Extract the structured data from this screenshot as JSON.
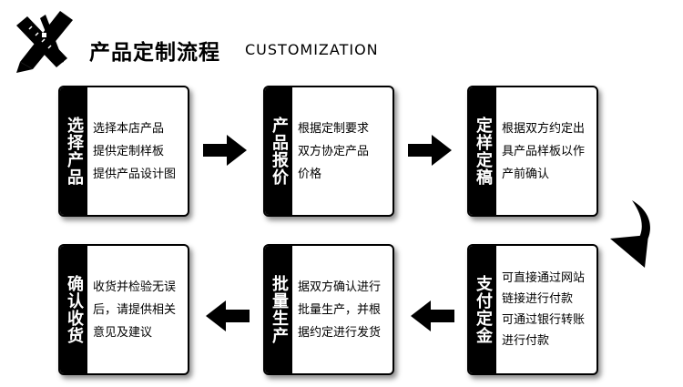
{
  "header": {
    "title_cn": "产品定制流程",
    "title_en": "CUSTOMIZATION",
    "logo_icon": "pen-and-ruler-icon"
  },
  "steps": [
    {
      "label": "选择产品",
      "lines": [
        "选择本店产品",
        "提供定制样板",
        "提供产品设计图"
      ]
    },
    {
      "label": "产品报价",
      "lines": [
        "根据定制要求",
        "双方协定产品",
        "价格"
      ]
    },
    {
      "label": "定样定稿",
      "lines": [
        "根据双方约定出",
        "具产品样板以作",
        "产前确认"
      ]
    },
    {
      "label": "支付定金",
      "lines": [
        "可直接通过网站",
        "链接进行付款",
        "可通过银行转账",
        "进行付款"
      ]
    },
    {
      "label": "批量生产",
      "lines": [
        "据双方确认进行",
        "批量生产，并根",
        "据约定进行发货"
      ]
    },
    {
      "label": "确认收货",
      "lines": [
        "收货并检验无误",
        "后，请提供相关",
        "意见及建议"
      ]
    }
  ],
  "colors": {
    "accent": "#000000",
    "label_text": "#ffffff",
    "background": "#ffffff"
  },
  "icons": [
    "pen-and-ruler-icon",
    "arrow-right-icon",
    "arrow-left-icon",
    "curved-arrow-down-icon"
  ]
}
